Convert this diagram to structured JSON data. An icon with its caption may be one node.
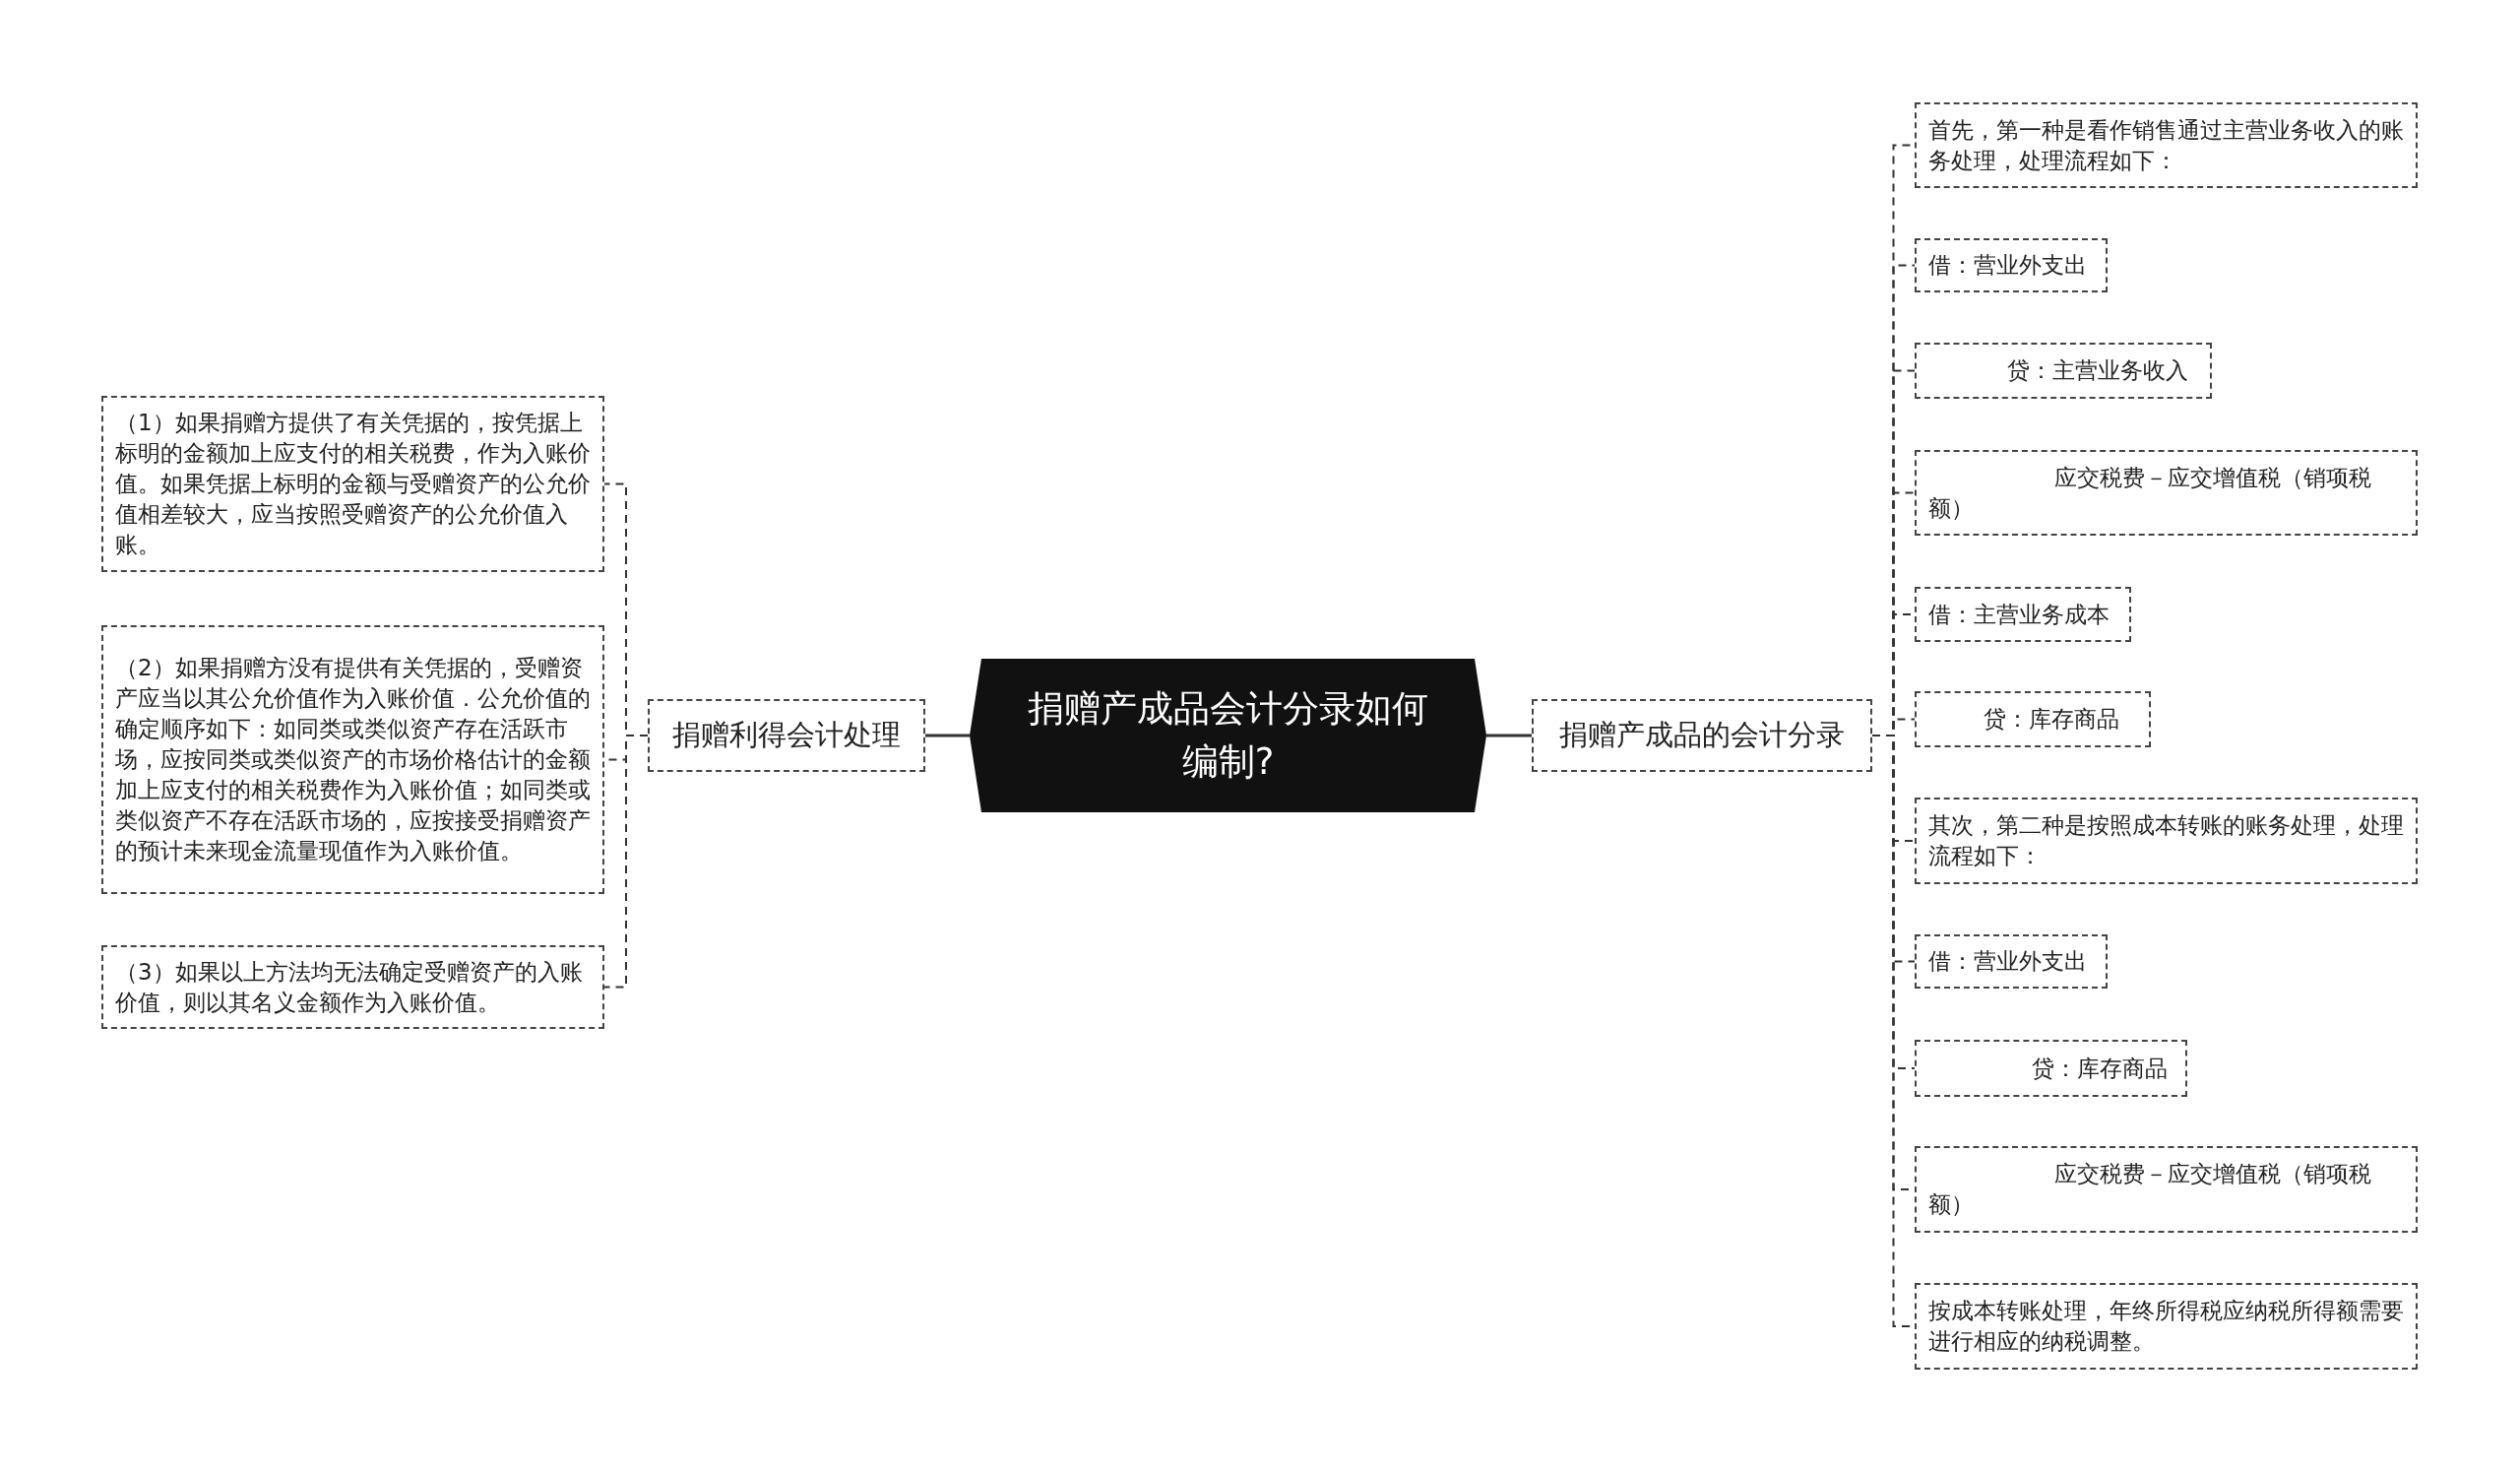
{
  "diagram": {
    "nodes": [
      {
        "text": [
          "捐赠产成品会计分录如何编制?"
        ]
      },
      {
        "text": [
          "捐赠利得会计处理"
        ]
      },
      {
        "text": [
          "（1）如果捐赠方提供了有关凭据的，按凭据上标明的金额加上应支付的相关税费，作为入账价值。如果凭据上标明的金额与受赠资产的公允价值相差较大，应当按照受赠资产的公允价值入账。"
        ]
      },
      {
        "text": [
          "（2）如果捐赠方没有提供有关凭据的，受赠资产应当以其公允价值作为入账价值．公允价值的确定顺序如下：如同类或类似资产存在活跃市场，应按同类或类似资产的市场价格估计的金额加上应支付的相关税费作为入账价值；如同类或类似资产不存在活跃市场的，应按接受捐赠资产的预计未来现金流量现值作为入账价值。"
        ]
      },
      {
        "text": [
          "（3）如果以上方法均无法确定受赠资产的入账价值，则以其名义金额作为入账价值。"
        ]
      },
      {
        "text": [
          "捐赠产成品的会计分录"
        ]
      },
      {
        "text": [
          "首先，第一种是看作销售通过主营业务收入的账务处理，处理流程如下："
        ]
      },
      {
        "text": [
          "借：营业外支出"
        ]
      },
      {
        "text": [
          "贷：主营业务收入"
        ]
      },
      {
        "text": [
          "应交税费－应交增值税（销项税额）"
        ]
      },
      {
        "text": [
          "借：主营业务成本"
        ]
      },
      {
        "text": [
          "贷：库存商品"
        ]
      },
      {
        "text": [
          "其次，第二种是按照成本转账的账务处理，处理流程如下："
        ]
      },
      {
        "text": [
          "借：营业外支出"
        ]
      },
      {
        "text": [
          "贷：库存商品"
        ]
      },
      {
        "text": [
          "应交税费－应交增值税（销项税额）"
        ]
      },
      {
        "text": [
          "按成本转账处理，年终所得税应纳税所得额需要进行相应的纳税调整。"
        ]
      }
    ],
    "edges": [
      {
        "from": 0,
        "to": 1,
        "arrow": "none"
      },
      {
        "from": 1,
        "to": 2,
        "arrow": "none",
        "style": "dashed"
      },
      {
        "from": 1,
        "to": 3,
        "arrow": "none",
        "style": "dashed"
      },
      {
        "from": 1,
        "to": 4,
        "arrow": "none",
        "style": "dashed"
      },
      {
        "from": 0,
        "to": 5,
        "arrow": "none"
      },
      {
        "from": 5,
        "to": 6,
        "arrow": "none",
        "style": "dashed"
      },
      {
        "from": 5,
        "to": 7,
        "arrow": "none",
        "style": "dashed"
      },
      {
        "from": 5,
        "to": 8,
        "arrow": "none",
        "style": "dashed"
      },
      {
        "from": 5,
        "to": 9,
        "arrow": "none",
        "style": "dashed"
      },
      {
        "from": 5,
        "to": 10,
        "arrow": "none",
        "style": "dashed"
      },
      {
        "from": 5,
        "to": 11,
        "arrow": "none",
        "style": "dashed"
      },
      {
        "from": 5,
        "to": 12,
        "arrow": "none",
        "style": "dashed"
      },
      {
        "from": 5,
        "to": 13,
        "arrow": "none",
        "style": "dashed"
      },
      {
        "from": 5,
        "to": 14,
        "arrow": "none",
        "style": "dashed"
      },
      {
        "from": 5,
        "to": 15,
        "arrow": "none",
        "style": "dashed"
      },
      {
        "from": 5,
        "to": 16,
        "arrow": "none",
        "style": "dashed"
      }
    ]
  }
}
